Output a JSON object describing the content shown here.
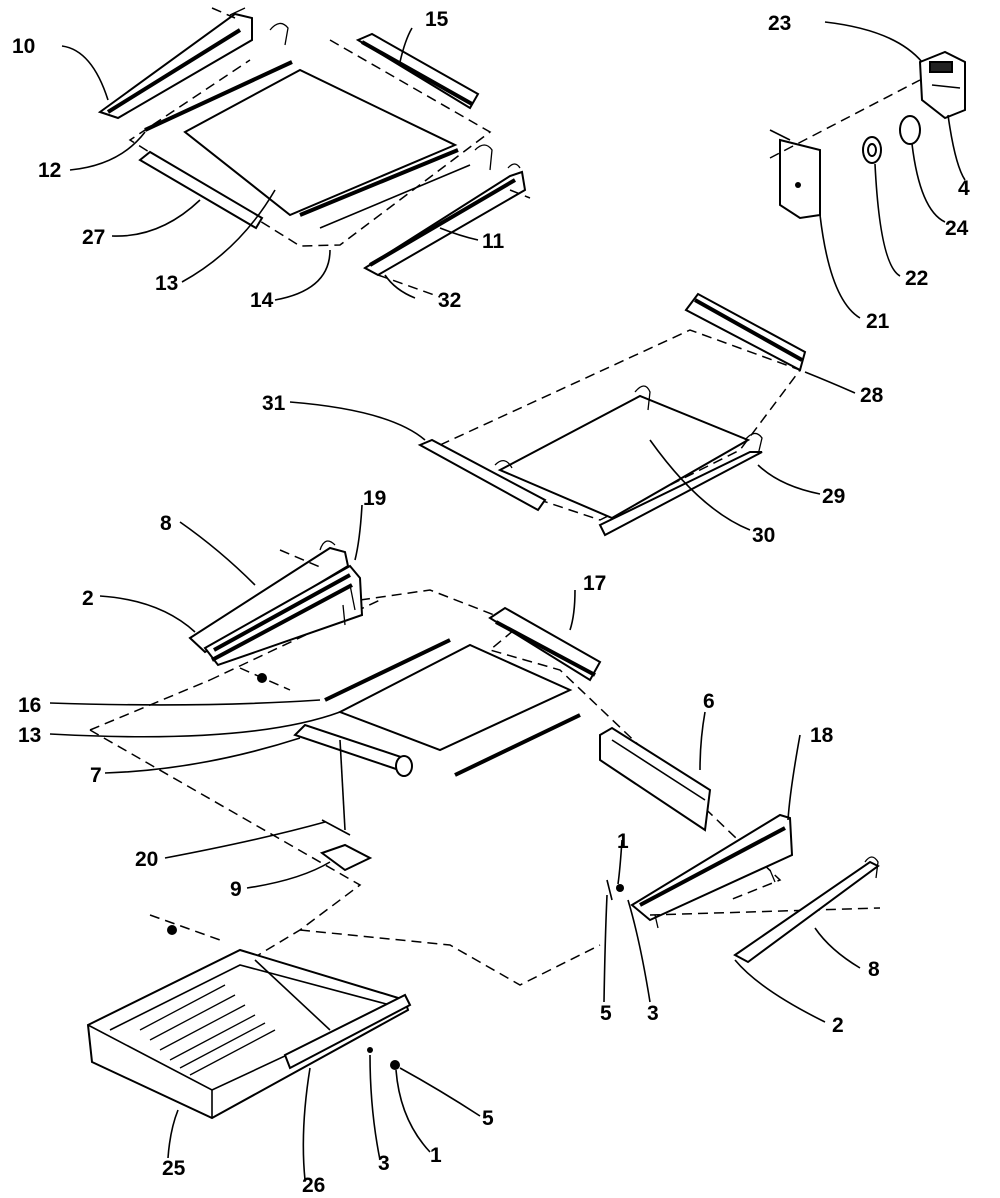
{
  "labels": {
    "l10": "10",
    "l15": "15",
    "l23": "23",
    "l4": "4",
    "l12": "12",
    "l24": "24",
    "l27": "27",
    "l11": "11",
    "l22": "22",
    "l13a": "13",
    "l14": "14",
    "l32": "32",
    "l21": "21",
    "l28": "28",
    "l31": "31",
    "l29": "29",
    "l30": "30",
    "l8a": "8",
    "l19": "19",
    "l2a": "2",
    "l17": "17",
    "l6": "6",
    "l16": "16",
    "l18": "18",
    "l13b": "13",
    "l7": "7",
    "l20": "20",
    "l1a": "1",
    "l9": "9",
    "l8b": "8",
    "l5a": "5",
    "l3a": "3",
    "l2b": "2",
    "l5b": "5",
    "l25": "25",
    "l3b": "3",
    "l1b": "1",
    "l26": "26"
  }
}
